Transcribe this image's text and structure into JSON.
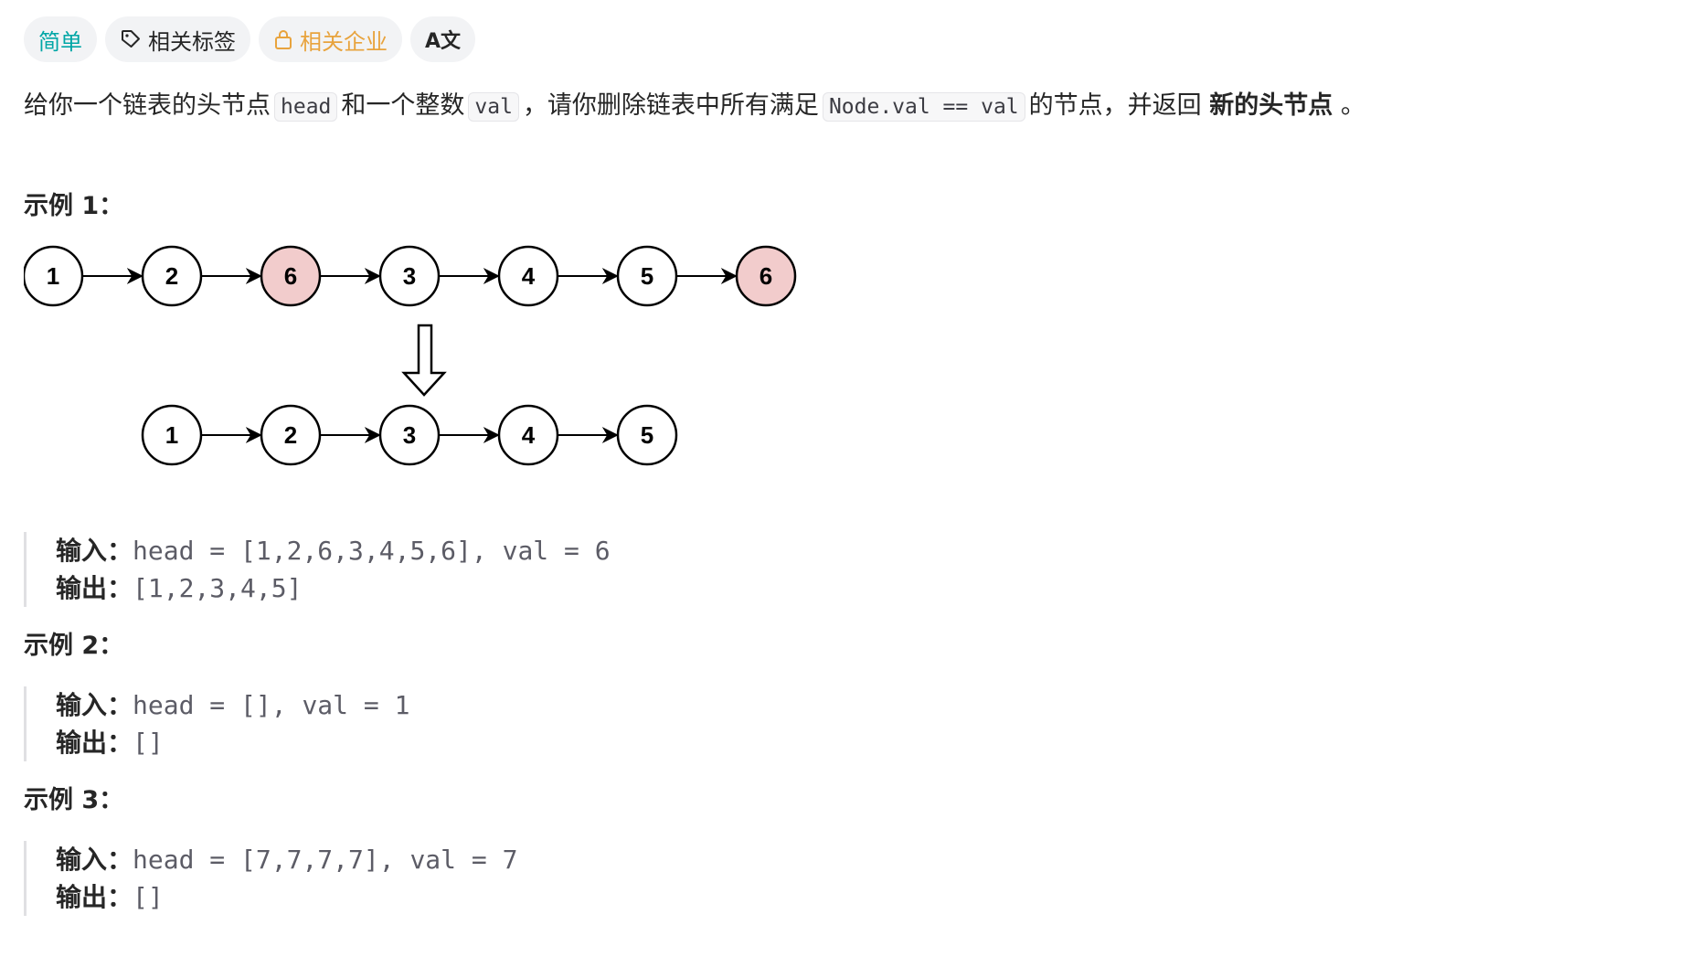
{
  "tags": {
    "difficulty": "简单",
    "related_tags": "相关标签",
    "related_companies": "相关企业",
    "translate": "A文"
  },
  "description": {
    "p1": "给你一个链表的头节点",
    "code_head": "head",
    "p2": "和一个整数",
    "code_val": "val",
    "p3": "，请你删除链表中所有满足",
    "code_cond": "Node.val == val",
    "p4": "的节点，并返回",
    "bold": "新的头节点",
    "p5": "。"
  },
  "example_label_input": "输入：",
  "example_label_output": "输出：",
  "examples": [
    {
      "title": "示例 1：",
      "input": "head = [1,2,6,3,4,5,6], val = 6",
      "output": "[1,2,3,4,5]"
    },
    {
      "title": "示例 2：",
      "input": "head = [], val = 1",
      "output": "[]"
    },
    {
      "title": "示例 3：",
      "input": "head = [7,7,7,7], val = 7",
      "output": "[]"
    }
  ],
  "diagram": {
    "before": [
      "1",
      "2",
      "6",
      "3",
      "4",
      "5",
      "6"
    ],
    "after": [
      "1",
      "2",
      "3",
      "4",
      "5"
    ],
    "removed_value": "6",
    "colors": {
      "removed_fill": "#f2cccc",
      "node_fill": "#ffffff",
      "stroke": "#000000"
    }
  },
  "colors": {
    "easy": "#00a6a6",
    "company": "#e8a33d",
    "tag_bg": "#f2f3f5"
  }
}
